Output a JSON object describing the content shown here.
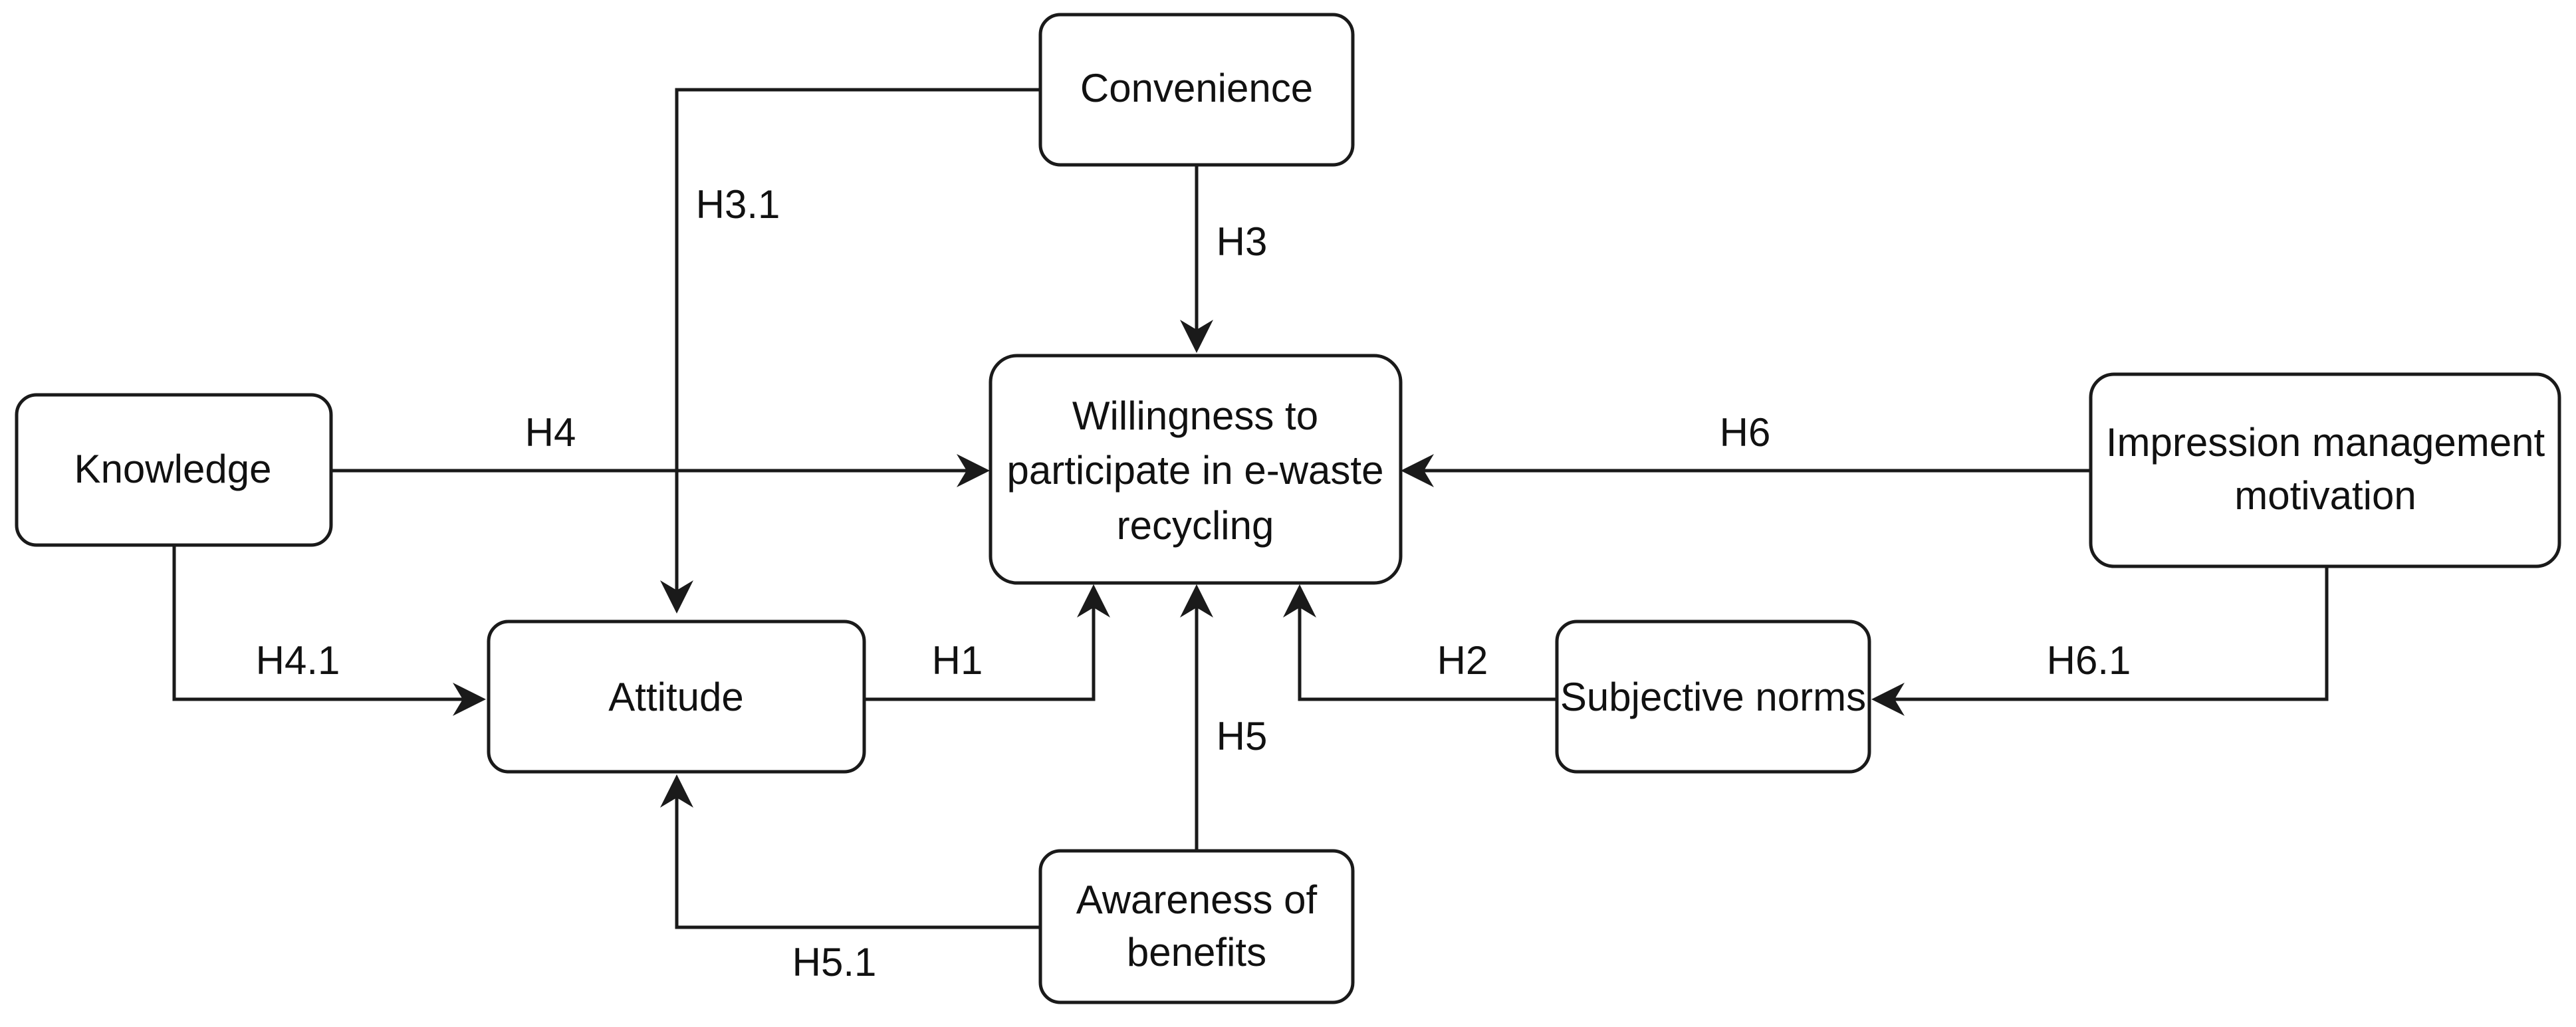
{
  "nodes": {
    "convenience": {
      "lines": [
        "Convenience"
      ]
    },
    "willingness": {
      "lines": [
        "Willingness to",
        "participate in e-waste",
        "recycling"
      ]
    },
    "knowledge": {
      "lines": [
        "Knowledge"
      ]
    },
    "impression": {
      "lines": [
        "Impression management",
        "motivation"
      ]
    },
    "attitude": {
      "lines": [
        "Attitude"
      ]
    },
    "subjective_norms": {
      "lines": [
        "Subjective norms"
      ]
    },
    "awareness": {
      "lines": [
        "Awareness of",
        "benefits"
      ]
    }
  },
  "edges": {
    "h3_1": {
      "label": "H3.1",
      "from": "convenience",
      "to": "attitude"
    },
    "h3": {
      "label": "H3",
      "from": "convenience",
      "to": "willingness"
    },
    "h4": {
      "label": "H4",
      "from": "knowledge",
      "to": "willingness"
    },
    "h6": {
      "label": "H6",
      "from": "impression",
      "to": "willingness"
    },
    "h4_1": {
      "label": "H4.1",
      "from": "knowledge",
      "to": "attitude"
    },
    "h1": {
      "label": "H1",
      "from": "attitude",
      "to": "willingness"
    },
    "h2": {
      "label": "H2",
      "from": "subjective_norms",
      "to": "willingness"
    },
    "h6_1": {
      "label": "H6.1",
      "from": "impression",
      "to": "subjective_norms"
    },
    "h5": {
      "label": "H5",
      "from": "awareness",
      "to": "willingness"
    },
    "h5_1": {
      "label": "H5.1",
      "from": "awareness",
      "to": "attitude"
    }
  }
}
